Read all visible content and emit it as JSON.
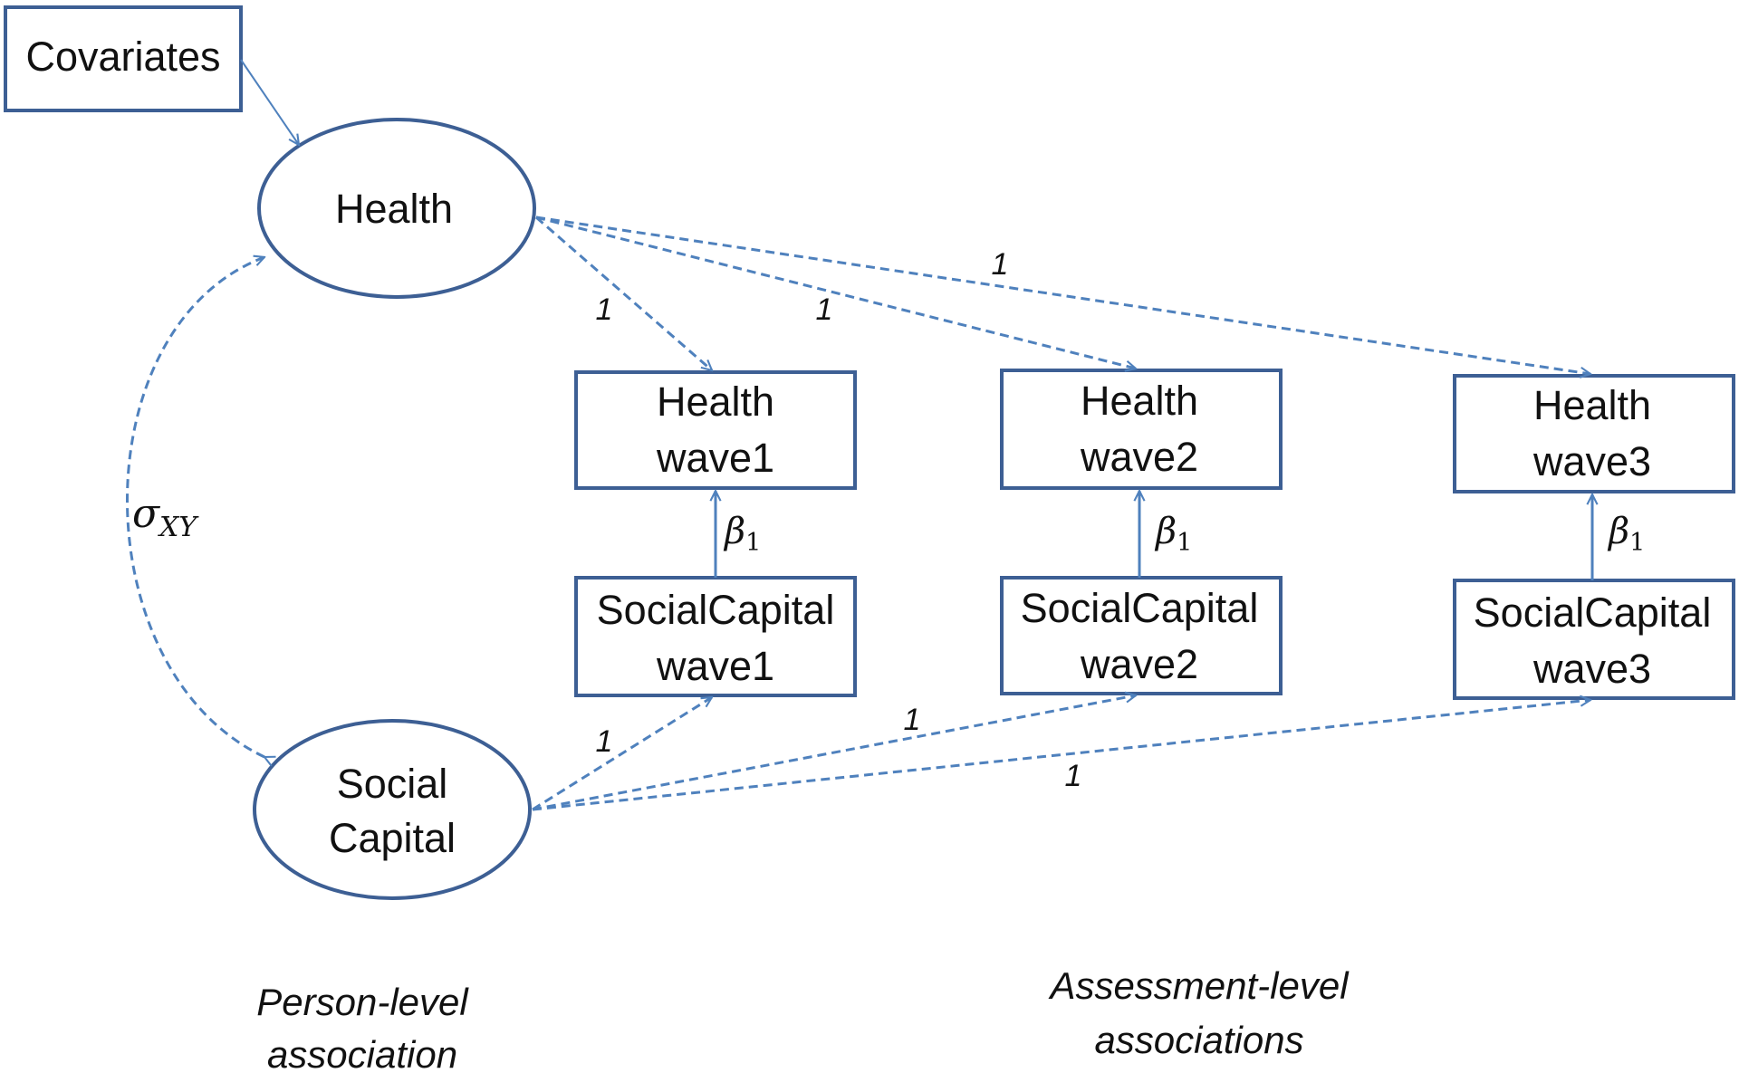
{
  "colors": {
    "node_border": "#3d5f94",
    "arrow": "#4f81bd",
    "text": "#111111",
    "background": "#ffffff"
  },
  "nodes": {
    "covariates": "Covariates",
    "health_latent": "Health",
    "social_latent_line1": "Social",
    "social_latent_line2": "Capital",
    "health_w1_line1": "Health",
    "health_w1_line2": "wave1",
    "health_w2_line1": "Health",
    "health_w2_line2": "wave2",
    "health_w3_line1": "Health",
    "health_w3_line2": "wave3",
    "social_w1_line1": "SocialCapital",
    "social_w1_line2": "wave1",
    "social_w2_line1": "SocialCapital",
    "social_w2_line2": "wave2",
    "social_w3_line1": "SocialCapital",
    "social_w3_line2": "wave3"
  },
  "edge_labels": {
    "loading": "1",
    "beta_symbol": "β",
    "beta_subscript": "1",
    "sigma_symbol": "σ",
    "sigma_subscript": "XY"
  },
  "captions": {
    "person_line1": "Person-level",
    "person_line2": "association",
    "assessment_line1": "Assessment-level",
    "assessment_line2": "associations"
  }
}
